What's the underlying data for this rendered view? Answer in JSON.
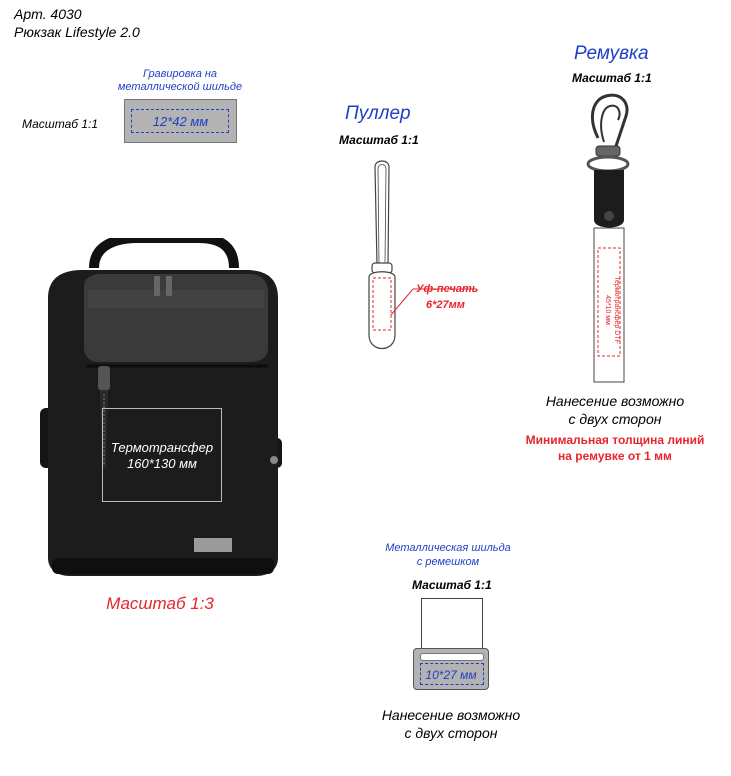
{
  "header": {
    "article": "Арт. 4030",
    "product": "Рюкзак Lifestyle 2.0"
  },
  "engraving": {
    "title_line1": "Гравировка на",
    "title_line2": "металлической шильде",
    "scale": "Масштаб 1:1",
    "size": "12*42 мм"
  },
  "puller": {
    "title": "Пуллер",
    "scale": "Масштаб 1:1",
    "print_label": "Уф-печать",
    "print_size": "6*27мм"
  },
  "strap": {
    "title": "Ремувка",
    "scale": "Масштаб 1:1",
    "vertical_text_line1": "Термотрансфер DTF",
    "vertical_text_line2": "45*10 мм",
    "note_line1": "Нанесение возможно",
    "note_line2": "с двух сторон",
    "warning_line1": "Минимальная толщина линий",
    "warning_line2": "на ремувке от 1 мм"
  },
  "backpack": {
    "print_label": "Термотрансфер",
    "print_size": "160*130 мм",
    "scale": "Масштаб 1:3"
  },
  "metal_plate": {
    "title_line1": "Металлическая шильда",
    "title_line2": "с ремешком",
    "scale": "Масштаб 1:1",
    "size": "10*27 мм",
    "note_line1": "Нанесение возможно",
    "note_line2": "с двух сторон"
  },
  "colors": {
    "blue": "#1f3fc6",
    "red": "#e5262b",
    "plate_gray": "#b3b3b3",
    "bag_dark": "#1c1c1c"
  }
}
